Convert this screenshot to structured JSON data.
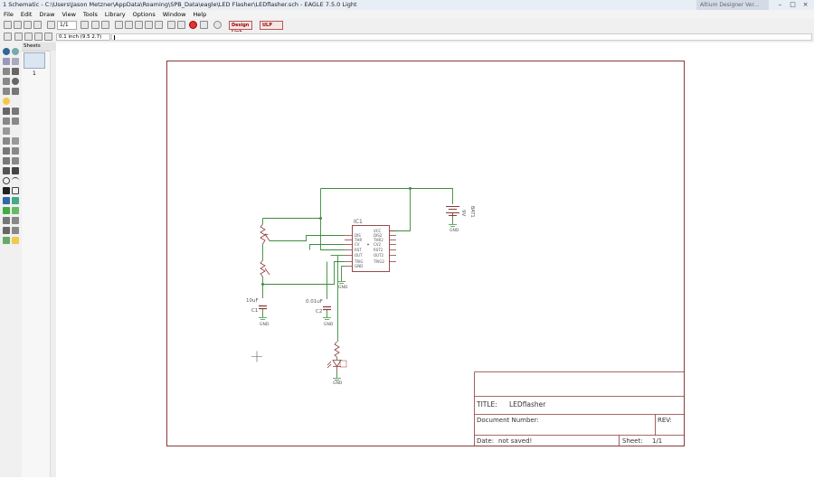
{
  "window": {
    "title": "1 Schematic - C:\\Users\\Jason Metzner\\AppData\\Roaming\\SPB_Data\\eagle\\LED Flasher\\LEDflasher.sch - EAGLE 7.5.0 Light",
    "background_window": "Altium Designer Ver..."
  },
  "menu": [
    "File",
    "Edit",
    "Draw",
    "View",
    "Tools",
    "Library",
    "Options",
    "Window",
    "Help"
  ],
  "toolbar": {
    "sheet_select": "1/1",
    "design_link": "Design Link",
    "ulp": "ULP"
  },
  "coordinate_readout": "0.1 inch (9.5 2.7)",
  "sheets_panel": {
    "title": "Sheets",
    "sheet_number": "1"
  },
  "schematic": {
    "title_label": "TITLE:",
    "title_value": "LEDflasher",
    "document_number_label": "Document Number:",
    "rev_label": "REV:",
    "date_label": "Date:",
    "date_value": "not saved!",
    "sheet_label": "Sheet:",
    "sheet_value": "1/1",
    "ic_name": "IC1",
    "ic_pins_left": [
      "DIS",
      "THR",
      "CV",
      "RST",
      "OUT",
      "TRIG",
      "GND"
    ],
    "ic_pins_right": [
      "VCC",
      "DIS2",
      "THR2",
      "CV2",
      "RST2",
      "OUT2",
      "TRIG2"
    ],
    "c1_value": "10uF",
    "c1_name": "C1",
    "c2_value": "0.01uF",
    "c2_name": "C2",
    "battery_value": "9V",
    "battery_name": "BAT1",
    "gnd_label": "GND"
  },
  "colors": {
    "frame": "#8b3a3a",
    "net": "#3c8c3c",
    "part": "#8b3a3a",
    "text": "#555555"
  }
}
